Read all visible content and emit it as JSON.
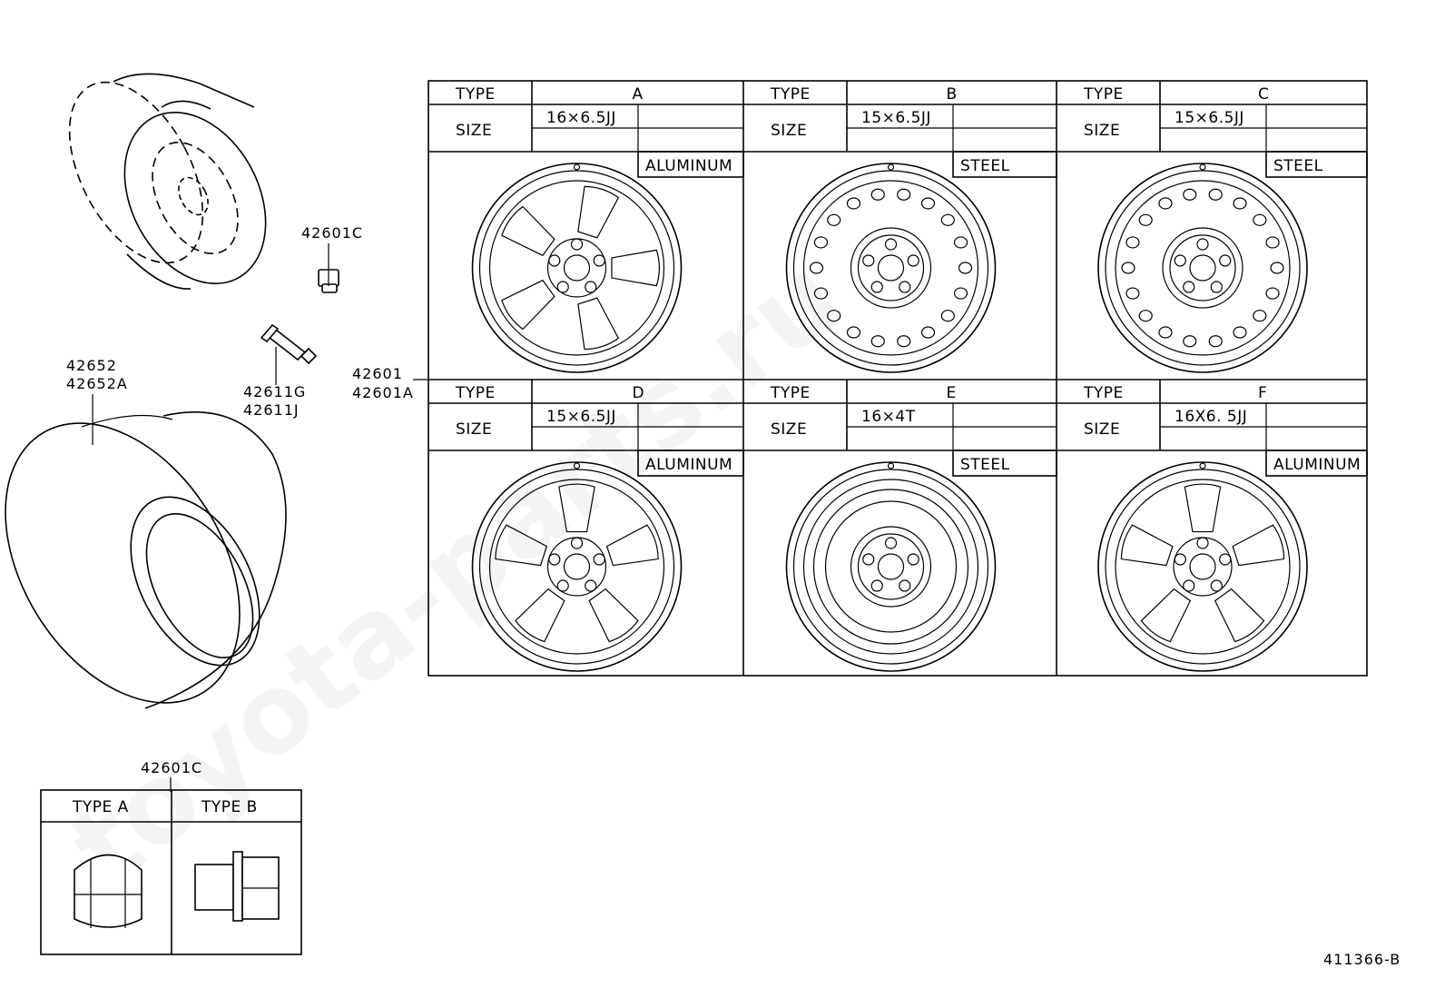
{
  "watermark": "toyota-parts.ru",
  "callouts": {
    "wheel_bolt": "42601C",
    "tire_1": "42652",
    "tire_2": "42652A",
    "valve_1": "42611G",
    "valve_2": "42611J",
    "wheel_1": "42601",
    "wheel_2": "42601A"
  },
  "wheels": [
    {
      "type_label": "TYPE",
      "type": "A",
      "size_label": "SIZE",
      "size": "16×6.5JJ",
      "material": "ALUMINUM"
    },
    {
      "type_label": "TYPE",
      "type": "B",
      "size_label": "SIZE",
      "size": "15×6.5JJ",
      "material": "STEEL"
    },
    {
      "type_label": "TYPE",
      "type": "C",
      "size_label": "SIZE",
      "size": "15×6.5JJ",
      "material": "STEEL"
    },
    {
      "type_label": "TYPE",
      "type": "D",
      "size_label": "SIZE",
      "size": "15×6.5JJ",
      "material": "ALUMINUM"
    },
    {
      "type_label": "TYPE",
      "type": "E",
      "size_label": "SIZE",
      "size": "16×4T",
      "material": "STEEL"
    },
    {
      "type_label": "TYPE",
      "type": "F",
      "size_label": "SIZE",
      "size": "16X6. 5JJ",
      "material": "ALUMINUM"
    }
  ],
  "nut_table": {
    "part": "42601C",
    "type_a": "TYPE A",
    "type_b": "TYPE B"
  },
  "figure_code": "411366-B"
}
